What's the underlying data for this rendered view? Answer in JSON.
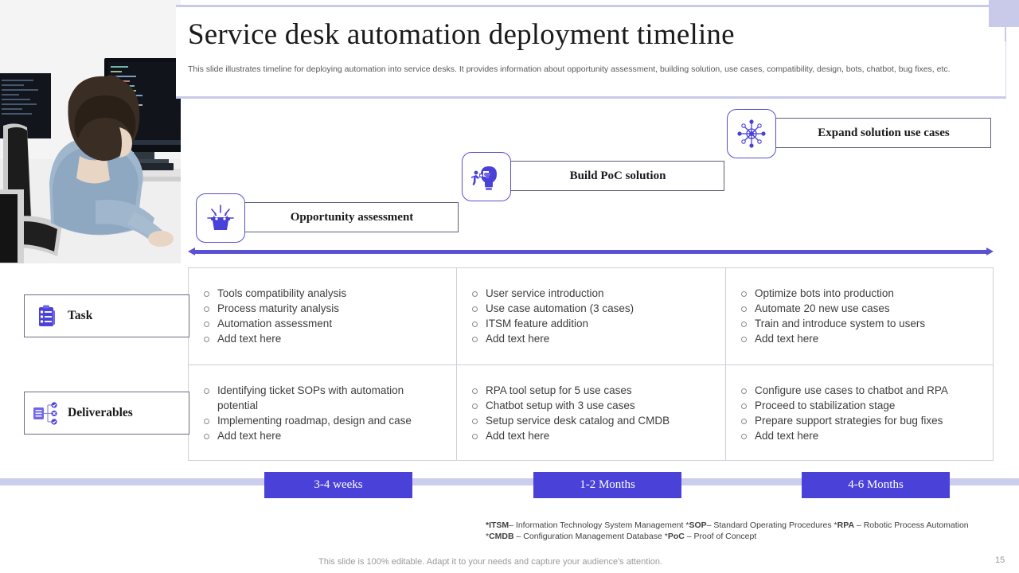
{
  "header": {
    "title": "Service desk automation deployment timeline",
    "subtitle": "This slide illustrates timeline for deploying automation into service desks. It provides information about opportunity assessment, building solution, use cases, compatibility, design, bots, chatbot, bug fixes, etc."
  },
  "colors": {
    "accent": "#4a41d8",
    "arrow": "#5a51d4",
    "chip_border": "#5a51c9",
    "band": "#ccccee",
    "header_rule": "#c9c9ea"
  },
  "photo": {
    "alt": "developer-at-dual-monitor-workstation"
  },
  "steps": [
    {
      "label": "Opportunity assessment",
      "icon": "opportunity-assessment-icon"
    },
    {
      "label": "Build PoC solution",
      "icon": "poc-lightbulb-puzzle-icon"
    },
    {
      "label": "Expand solution use cases",
      "icon": "network-expansion-icon"
    }
  ],
  "row_labels": [
    {
      "label": "Task",
      "icon": "clipboard-checklist-icon"
    },
    {
      "label": "Deliverables",
      "icon": "deliverables-tree-icon"
    }
  ],
  "grid": {
    "rows": [
      {
        "name": "Task",
        "cells": [
          [
            "Tools compatibility analysis",
            "Process maturity analysis",
            "Automation assessment",
            "Add text here"
          ],
          [
            "User service introduction",
            "Use case automation (3 cases)",
            "ITSM feature addition",
            "Add text here"
          ],
          [
            "Optimize bots into production",
            "Automate 20 new use cases",
            "Train and introduce system to users",
            "Add text here"
          ]
        ]
      },
      {
        "name": "Deliverables",
        "cells": [
          [
            "Identifying ticket SOPs with automation potential",
            "Implementing roadmap, design and case",
            "Add text here"
          ],
          [
            "RPA tool setup for 5 use cases",
            "Chatbot setup with 3 use cases",
            "Setup service desk catalog and CMDB",
            "Add text here"
          ],
          [
            "Configure use cases to chatbot and RPA",
            "Proceed to stabilization stage",
            "Prepare support strategies for bug fixes",
            "Add text here"
          ]
        ]
      }
    ]
  },
  "durations": [
    "3-4 weeks",
    "1-2 Months",
    "4-6 Months"
  ],
  "footnote": {
    "line1_a": "*ITSM",
    "line1_b": "– Information Technology System Management *",
    "line1_c": "SOP",
    "line1_d": "– Standard Operating Procedures *",
    "line1_e": "RPA",
    "line1_f": " – Robotic Process Automation *",
    "line1_g": "CMDB",
    "line1_h": " – Configuration Management Database  *",
    "line1_i": "PoC",
    "line1_j": " – Proof of Concept"
  },
  "footer": {
    "note": "This slide is 100% editable. Adapt it to your needs and capture your audience's attention.",
    "page": "15"
  }
}
